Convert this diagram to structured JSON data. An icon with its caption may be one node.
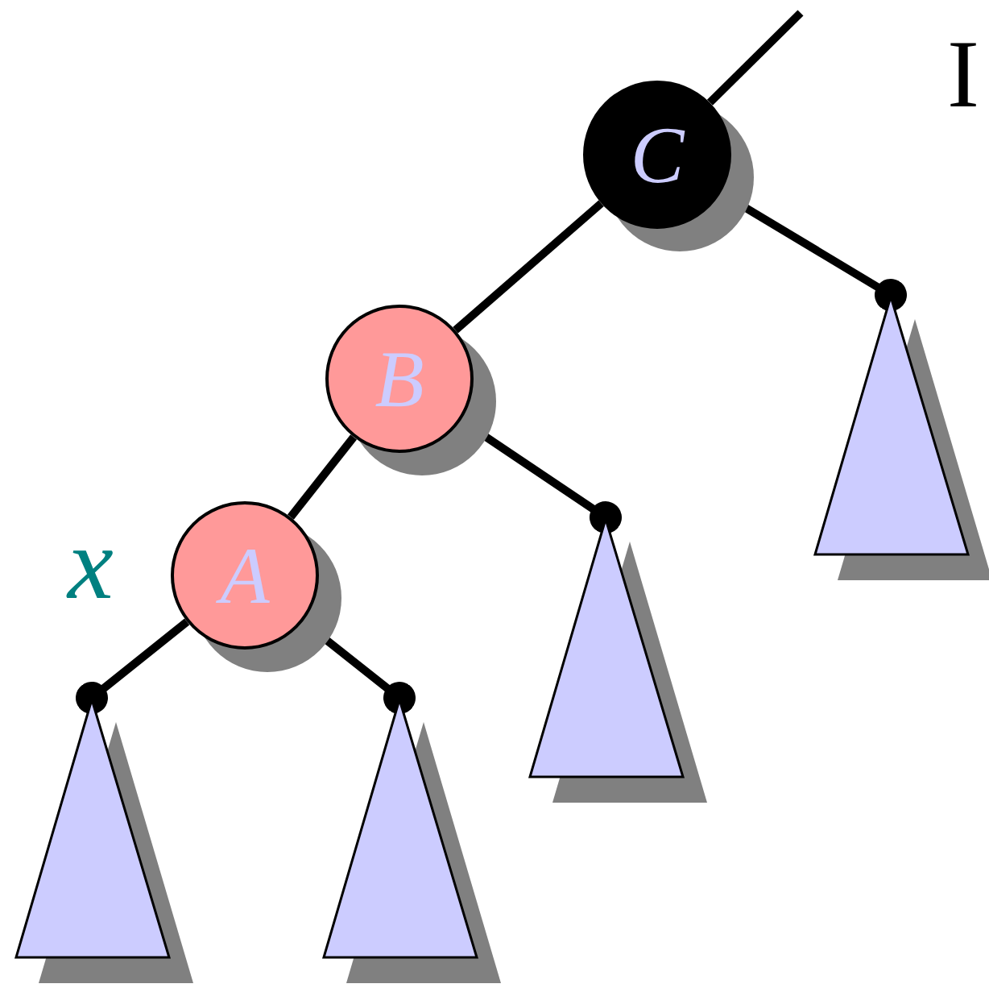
{
  "diagram": {
    "nodes": [
      {
        "text": [
          "C"
        ]
      },
      {
        "text": [
          "B"
        ]
      },
      {
        "text": [
          "A"
        ],
        "beside": [
          "x"
        ]
      },
      {
        "text": [],
        "shape": "triangle"
      },
      {
        "text": [],
        "shape": "triangle"
      },
      {
        "text": [],
        "shape": "triangle"
      },
      {
        "text": [],
        "shape": "triangle"
      }
    ],
    "edges": [
      {
        "from": 0,
        "to": null,
        "arrow": "none"
      },
      {
        "from": 0,
        "to": 1,
        "arrow": "none"
      },
      {
        "from": 0,
        "to": 6,
        "arrow": "other"
      },
      {
        "from": 1,
        "to": 2,
        "arrow": "none"
      },
      {
        "from": 1,
        "to": 5,
        "arrow": "other"
      },
      {
        "from": 2,
        "to": 3,
        "arrow": "other"
      },
      {
        "from": 2,
        "to": 4,
        "arrow": "other"
      }
    ],
    "labels": [
      "I"
    ]
  }
}
